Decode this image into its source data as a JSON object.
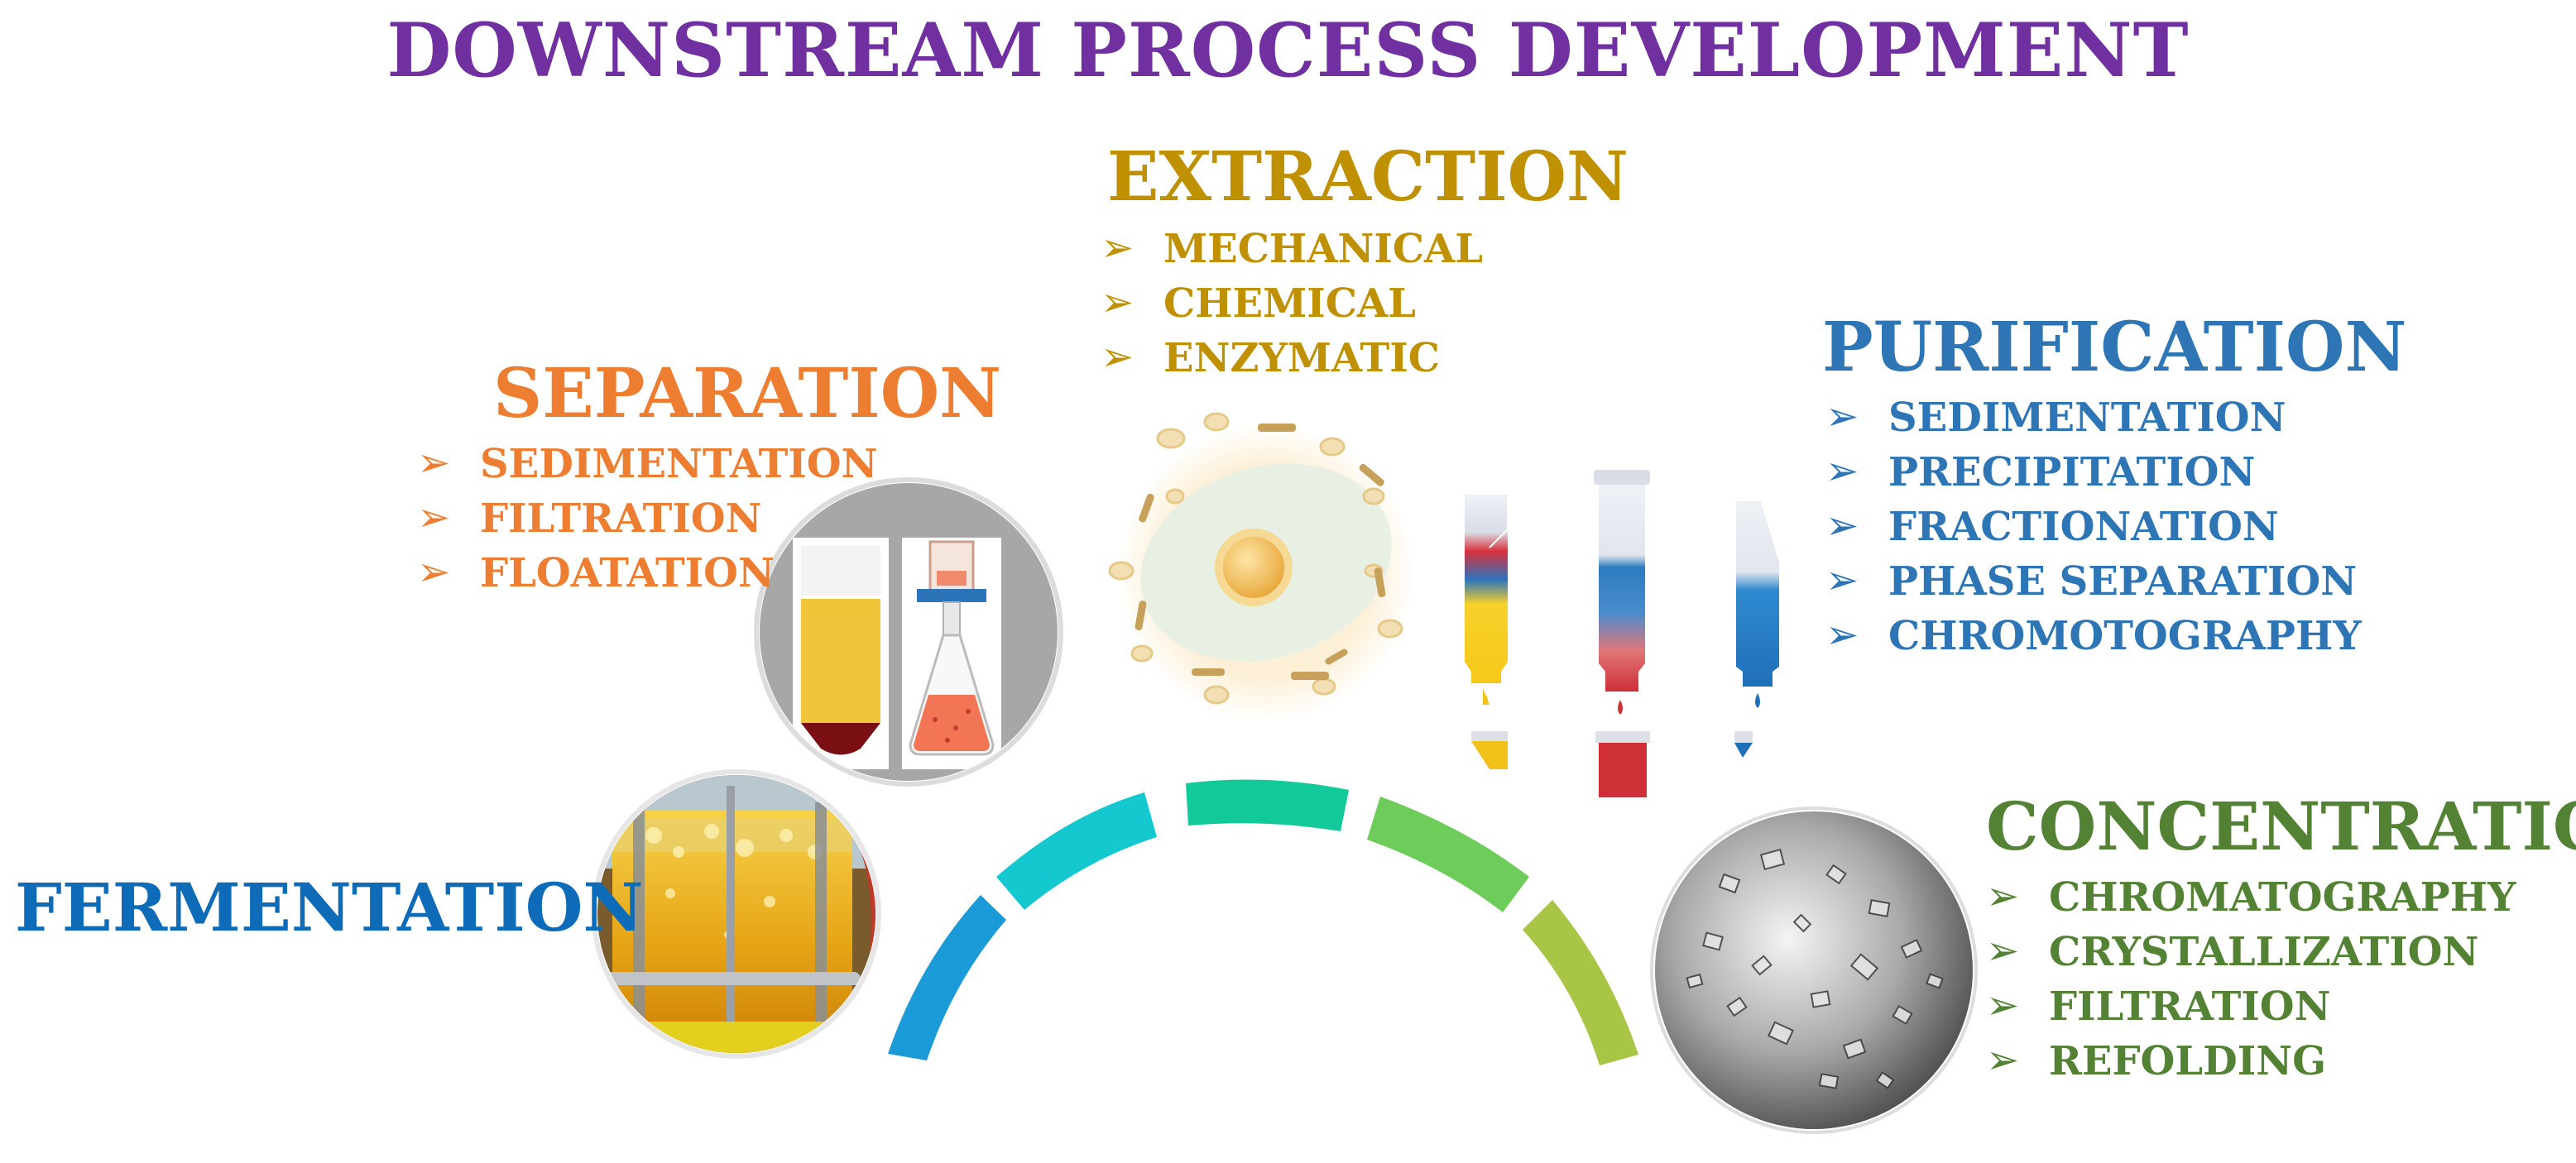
{
  "title": "DOWNSTREAM PROCESS DEVELOPMENT",
  "colors": {
    "title": "#7030a0",
    "fermentation": "#0e6bb8",
    "separation": "#ed7d31",
    "extraction": "#bf9000",
    "purification": "#2e75b6",
    "concentration": "#548235"
  },
  "bullet_icon": "arrow-bullet-icon",
  "bullet": "➢",
  "stages": {
    "fermentation": {
      "title": "FERMENTATION",
      "items": []
    },
    "separation": {
      "title": "SEPARATION",
      "items": [
        "SEDIMENTATION",
        "FILTRATION",
        "FLOATATION"
      ]
    },
    "extraction": {
      "title": "EXTRACTION",
      "items": [
        "MECHANICAL",
        "CHEMICAL",
        "ENZYMATIC"
      ]
    },
    "purification": {
      "title": "PURIFICATION",
      "items": [
        "SEDIMENTATION",
        "PRECIPITATION",
        "FRACTIONATION",
        "PHASE SEPARATION",
        "CHROMOTOGRAPHY"
      ]
    },
    "concentration": {
      "title": "CONCENTRATION",
      "items": [
        "CHROMATOGRAPHY",
        "CRYSTALLIZATION",
        "FILTRATION",
        "REFOLDING"
      ]
    }
  },
  "arc_segment_colors": [
    "#1a9ad6",
    "#14c8cf",
    "#12c99a",
    "#6dcc5a",
    "#a8c545"
  ]
}
